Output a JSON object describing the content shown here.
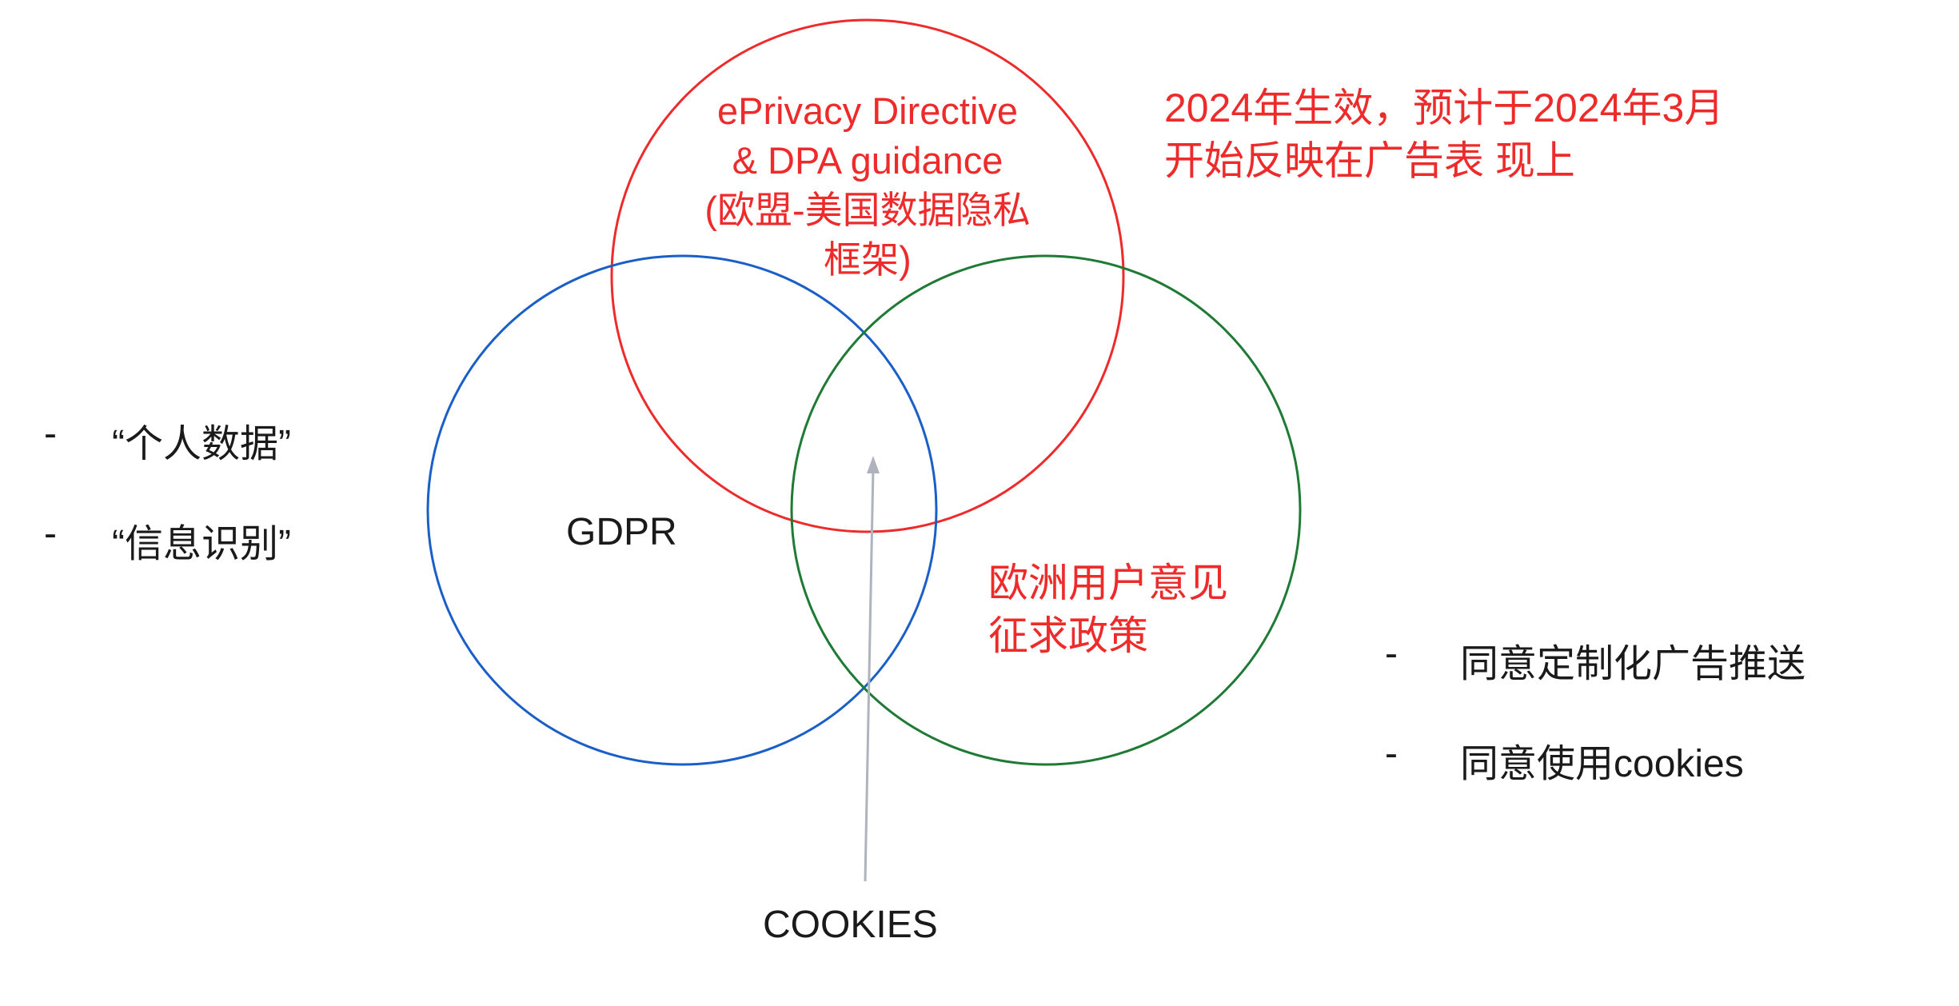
{
  "circles": {
    "eprivacy": {
      "color": "#ee2b2b"
    },
    "gdpr": {
      "color": "#1a5fc8"
    },
    "consent": {
      "color": "#1e7a34"
    }
  },
  "arrow": {
    "color": "#aeb3bd"
  },
  "labels": {
    "eprivacy": [
      "ePrivacy Directive",
      "& DPA guidance",
      "(欧盟-美国数据隐私",
      "框架)"
    ],
    "effect_note": [
      "2024年生效，预计于2024年3月",
      "开始反映在广告表 现上"
    ],
    "gdpr": "GDPR",
    "consent_policy": [
      "欧洲用户意见",
      "征求政策"
    ],
    "cookies": "COOKIES"
  },
  "left_list": [
    {
      "dash": "-",
      "text": "“个人数据”"
    },
    {
      "dash": "-",
      "text": "“信息识别”"
    }
  ],
  "right_list": [
    {
      "dash": "-",
      "text": "同意定制化广告推送"
    },
    {
      "dash": "-",
      "text": "同意使用cookies"
    }
  ]
}
